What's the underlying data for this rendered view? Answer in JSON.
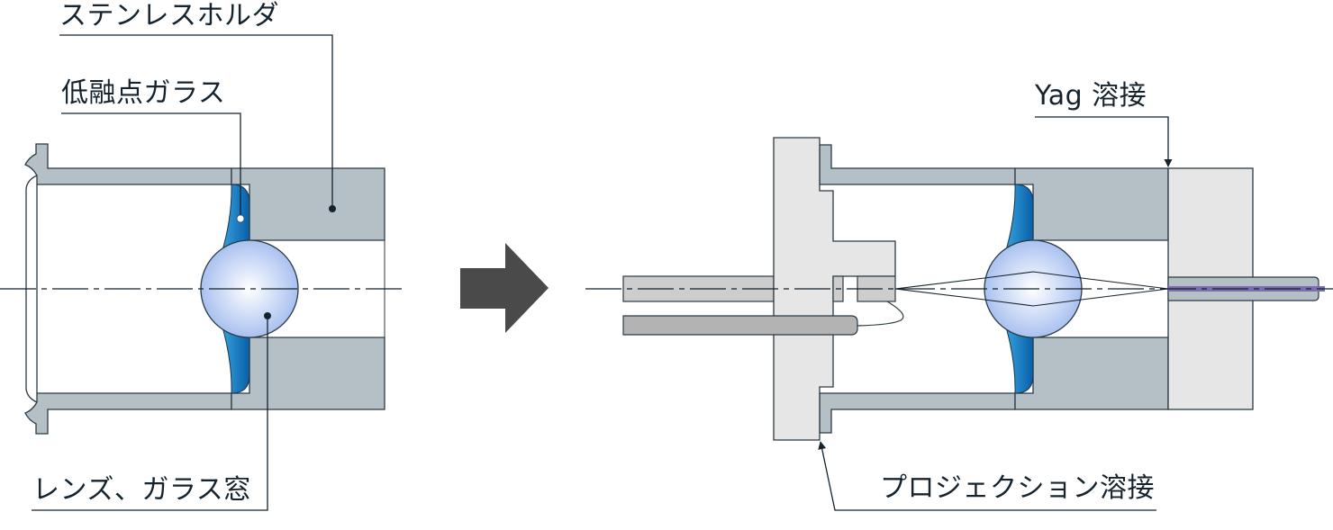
{
  "diagram": {
    "title": "",
    "colors": {
      "holder_fill": "#b4bfc6",
      "holder_stroke": "#2b3a44",
      "light_part_fill": "#e6e6e6",
      "tube_fill": "#cdcdcd",
      "rod_fill": "#b3b3b3",
      "glass_dark": "#0a5fa8",
      "glass_light": "#2ea3e0",
      "lens_center": "#ffffff",
      "lens_edge": "#a9c1f0",
      "arrow_fill": "#4a4a4a",
      "fiber_core": "#7b6fb0",
      "line": "#14232d"
    },
    "left_assembly": {
      "labels": {
        "stainless_holder": "ステンレスホルダ",
        "low_melting_glass": "低融点ガラス",
        "lens_glass_window": "レンズ、ガラス窓"
      }
    },
    "process_arrow": {
      "direction": "right"
    },
    "right_assembly": {
      "labels": {
        "yag_welding": "Yag 溶接",
        "projection_welding": "プロジェクション溶接"
      }
    }
  }
}
